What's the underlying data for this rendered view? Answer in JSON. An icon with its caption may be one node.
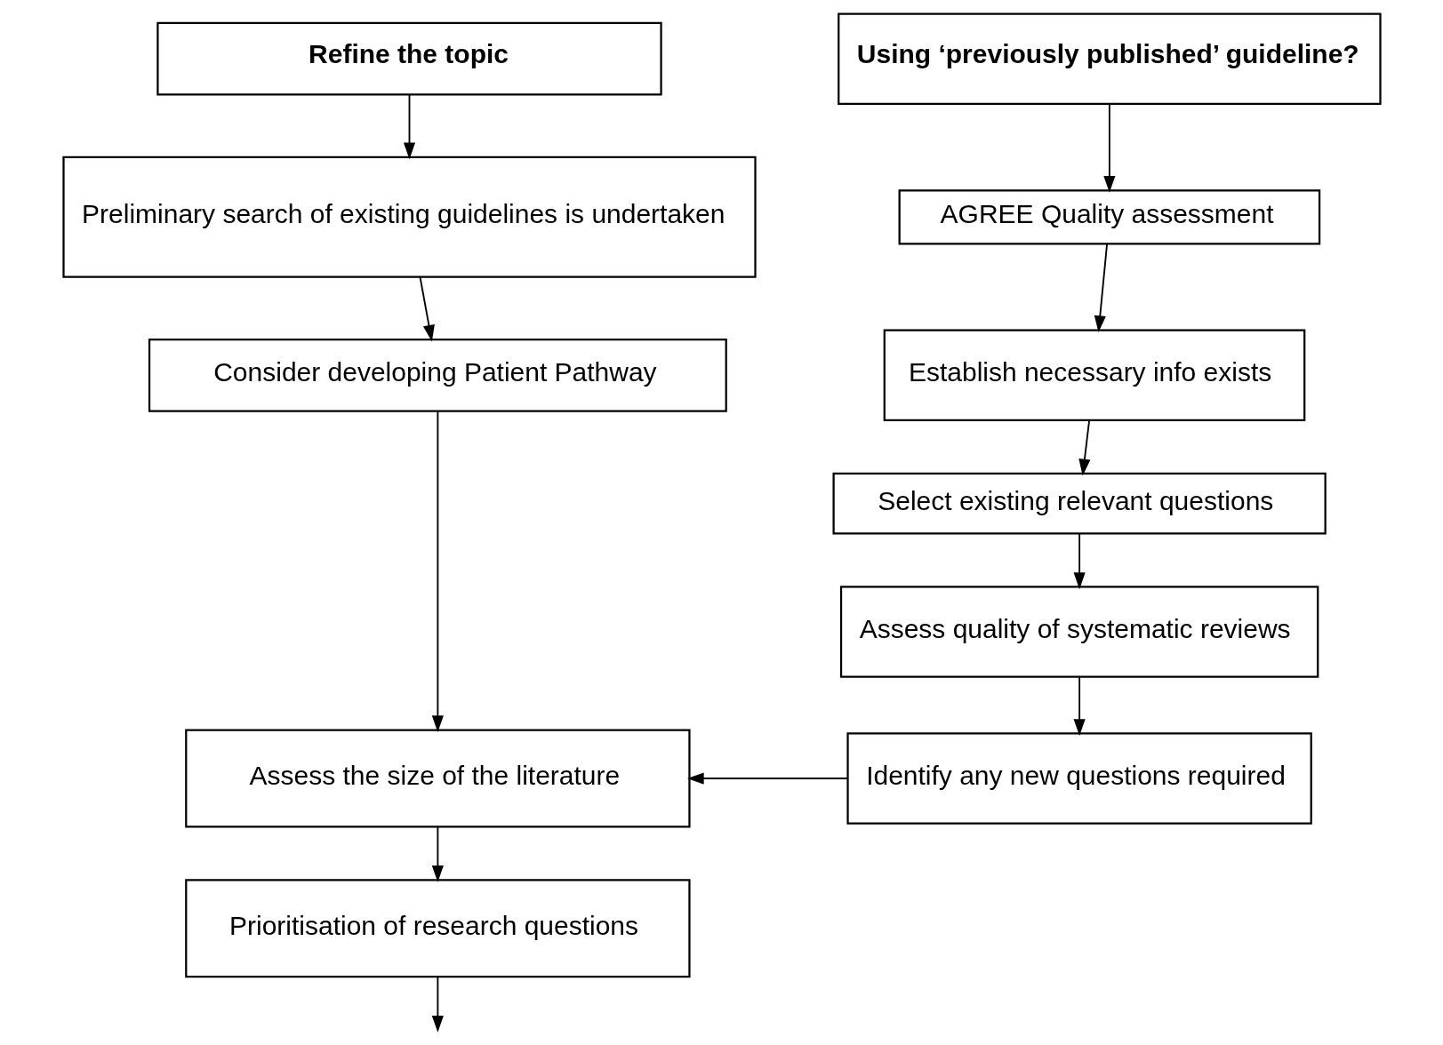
{
  "diagram": {
    "nodes": [
      {
        "text": [
          "Refine the topic"
        ]
      },
      {
        "text": [
          "Preliminary search of existing guidelines is undertaken"
        ]
      },
      {
        "text": [
          "Consider developing Patient Pathway"
        ]
      },
      {
        "text": [
          "Assess the size of the literature"
        ]
      },
      {
        "text": [
          "Prioritisation of research questions"
        ]
      },
      {
        "text": [
          "Using ‘previously published’ guideline?"
        ]
      },
      {
        "text": [
          "AGREE Quality assessment"
        ]
      },
      {
        "text": [
          "Establish necessary info exists"
        ]
      },
      {
        "text": [
          "Select existing relevant questions"
        ]
      },
      {
        "text": [
          "Assess quality of systematic reviews"
        ]
      },
      {
        "text": [
          "Identify any new questions required"
        ]
      }
    ],
    "edges": [
      {
        "from": 0,
        "to": 1,
        "arrow": "to"
      },
      {
        "from": 1,
        "to": 2,
        "arrow": "to"
      },
      {
        "from": 2,
        "to": 3,
        "arrow": "to"
      },
      {
        "from": 3,
        "to": 4,
        "arrow": "to"
      },
      {
        "from": 4,
        "to": null,
        "arrow": "to"
      },
      {
        "from": 5,
        "to": 6,
        "arrow": "to"
      },
      {
        "from": 6,
        "to": 7,
        "arrow": "to"
      },
      {
        "from": 7,
        "to": 8,
        "arrow": "to"
      },
      {
        "from": 8,
        "to": 9,
        "arrow": "to"
      },
      {
        "from": 9,
        "to": 10,
        "arrow": "to"
      },
      {
        "from": 10,
        "to": 3,
        "arrow": "to"
      }
    ]
  }
}
